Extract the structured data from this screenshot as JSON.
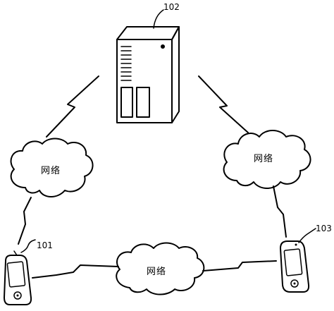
{
  "server": {
    "label": "102"
  },
  "terminal_left": {
    "label": "101"
  },
  "terminal_right": {
    "label": "103"
  },
  "networks": {
    "left": {
      "label": "网络"
    },
    "right": {
      "label": "网络"
    },
    "bottom": {
      "label": "网络"
    }
  }
}
